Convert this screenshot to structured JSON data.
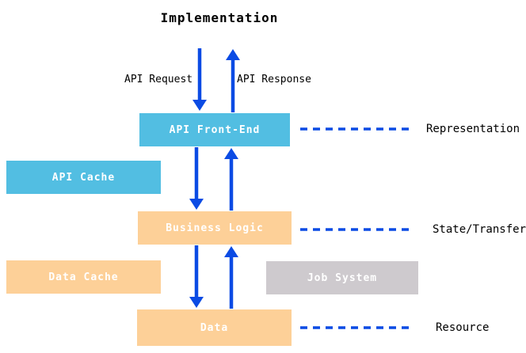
{
  "title": "Implementation",
  "arrow_labels": {
    "request": "API Request",
    "response": "API Response"
  },
  "boxes": [
    {
      "id": "api-front-end",
      "label": "API Front-End",
      "color": "#52bee2"
    },
    {
      "id": "api-cache",
      "label": "API Cache",
      "color": "#52bee2"
    },
    {
      "id": "business-logic",
      "label": "Business Logic",
      "color": "#fdd098"
    },
    {
      "id": "data-cache",
      "label": "Data Cache",
      "color": "#fdd098"
    },
    {
      "id": "job-system",
      "label": "Job System",
      "color": "#cecace"
    },
    {
      "id": "data",
      "label": "Data",
      "color": "#fdd098"
    }
  ],
  "layer_labels": [
    {
      "label": "Representation"
    },
    {
      "label": "State/Transfer"
    },
    {
      "label": "Resource"
    }
  ],
  "colors": {
    "arrow_blue": "#0b4be4",
    "box_blue": "#52bee2",
    "box_orange": "#fdd098",
    "box_gray": "#cecace",
    "box_text": "#ffffff",
    "text": "#000000",
    "background": "#ffffff"
  }
}
